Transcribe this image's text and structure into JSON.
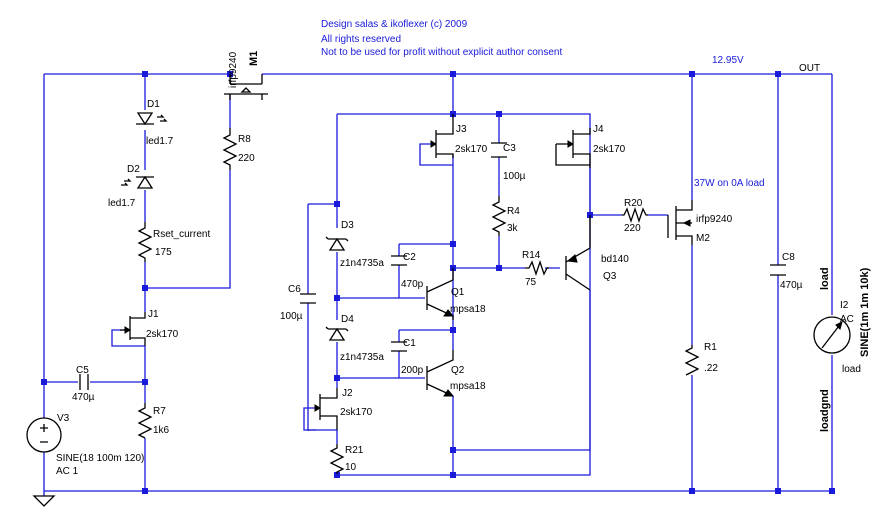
{
  "header": {
    "line1": "Design salas & ikoflexer (c) 2009",
    "line2": "All rights reserved",
    "line3": "Not to be used for profit without explicit author consent"
  },
  "nets": {
    "rail_voltage": "12.95V",
    "out": "OUT",
    "loadgnd": "loadgnd",
    "load": "load"
  },
  "note": "37W on 0A load",
  "components": {
    "M1": {
      "name": "M1",
      "value": "irfp9240"
    },
    "M2": {
      "name": "M2",
      "value": "irfp9240"
    },
    "D1": {
      "name": "D1",
      "value": "led1.7"
    },
    "D2": {
      "name": "D2",
      "value": "led1.7"
    },
    "D3": {
      "name": "D3",
      "value": "z1n4735a"
    },
    "D4": {
      "name": "D4",
      "value": "z1n4735a"
    },
    "R8": {
      "name": "R8",
      "value": "220"
    },
    "Rset": {
      "name": "Rset_current",
      "value": "175"
    },
    "J1": {
      "name": "J1",
      "value": "2sk170"
    },
    "J2": {
      "name": "J2",
      "value": "2sk170"
    },
    "J3": {
      "name": "J3",
      "value": "2sk170"
    },
    "J4": {
      "name": "J4",
      "value": "2sk170"
    },
    "C5": {
      "name": "C5",
      "value": "470µ"
    },
    "R7": {
      "name": "R7",
      "value": "1k6"
    },
    "V3": {
      "name": "V3",
      "value": "SINE(18 100m 120)",
      "ac": "AC 1"
    },
    "C6": {
      "name": "C6",
      "value": "100µ"
    },
    "C2": {
      "name": "C2",
      "value": "470p"
    },
    "C1": {
      "name": "C1",
      "value": "200p"
    },
    "Q1": {
      "name": "Q1",
      "value": "mpsa18"
    },
    "Q2": {
      "name": "Q2",
      "value": "mpsa18"
    },
    "R21": {
      "name": "R21",
      "value": "10"
    },
    "C3": {
      "name": "C3",
      "value": "100µ"
    },
    "R4": {
      "name": "R4",
      "value": "3k"
    },
    "R14": {
      "name": "R14",
      "value": "75"
    },
    "Q3": {
      "name": "Q3",
      "value": "bd140"
    },
    "R20": {
      "name": "R20",
      "value": "220"
    },
    "R1": {
      "name": "R1",
      "value": ".22"
    },
    "C8": {
      "name": "C8",
      "value": "470µ"
    },
    "I2": {
      "name": "I2",
      "value": "SINE(1m 1m 10k)",
      "ac": "AC"
    }
  }
}
